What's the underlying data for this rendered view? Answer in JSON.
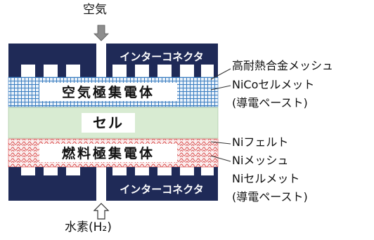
{
  "labels": {
    "air": "空気",
    "interconnector_top": "インターコネクタ",
    "interconnector_bottom": "インターコネクタ",
    "air_collector": "空気極集電体",
    "cell": "セル",
    "fuel_collector": "燃料極集電体",
    "hydrogen": "水素(H₂)"
  },
  "annotations_air": [
    "高耐熱合金メッシュ",
    "NiCoセルメット",
    "(導電ペースト)"
  ],
  "annotations_fuel": [
    "Niフェルト",
    "Niメッシュ",
    "Niセルメット",
    "(導電ペースト)"
  ],
  "colors": {
    "interconnector": "#1f2a57",
    "cell": "#d8ebd2",
    "air_mesh_bg": "#eaf2fa",
    "air_mesh_line": "#3a7dc0",
    "fuel_mesh_bg": "#fbeeee",
    "fuel_mesh_line": "#d94b4b"
  }
}
